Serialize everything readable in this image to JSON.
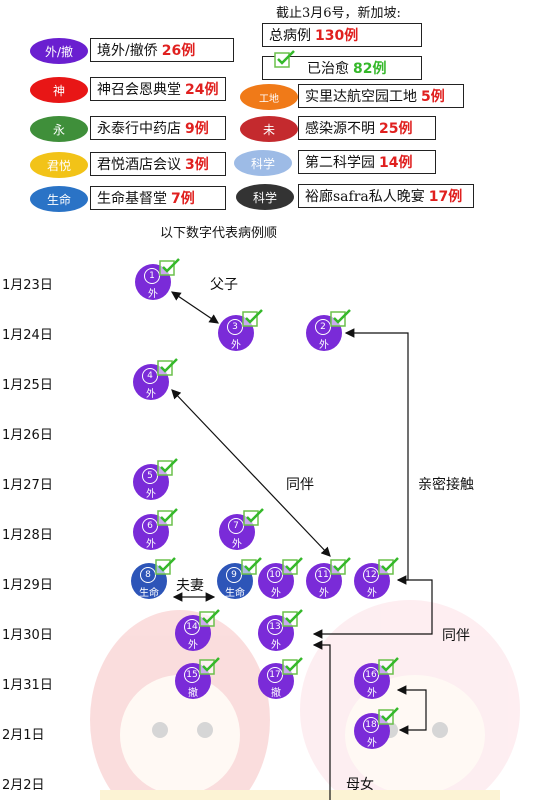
{
  "header": {
    "title": "截止3月6号，新加坡:"
  },
  "summary": {
    "total": {
      "label": "总病例",
      "value": "130例"
    },
    "cured": {
      "label": "已治愈",
      "value": "82例"
    }
  },
  "legend": [
    {
      "oval": "外/撤",
      "text": "境外/撤侨",
      "count": "26例",
      "color": "#6a1fd0"
    },
    {
      "oval": "神",
      "text": "神召会恩典堂",
      "count": "24例",
      "color": "#e81616"
    },
    {
      "oval": "永",
      "text": "永泰行中药店",
      "count": "9例",
      "color": "#3f8f3a"
    },
    {
      "oval": "君悦",
      "text": "君悦酒店会议",
      "count": "3例",
      "color": "#f2c318"
    },
    {
      "oval": "生命",
      "text": "生命基督堂",
      "count": "7例",
      "color": "#2a73c6"
    },
    {
      "oval": "工地",
      "text": "实里达航空园工地",
      "count": "5例",
      "color": "#f07a18"
    },
    {
      "oval": "未",
      "text": "感染源不明",
      "count": "25例",
      "color": "#c42a2e"
    },
    {
      "oval": "科学",
      "text": "第二科学园",
      "count": "14例",
      "color": "#9dbbe6"
    },
    {
      "oval": "科学",
      "text": "裕廊safra私人晚宴",
      "count": "17例",
      "color": "#333333"
    }
  ],
  "subtitle": "以下数字代表病例顺",
  "dates": [
    "1月23日",
    "1月24日",
    "1月25日",
    "1月26日",
    "1月27日",
    "1月28日",
    "1月29日",
    "1月30日",
    "1月31日",
    "2月1日",
    "2月2日"
  ],
  "cases": [
    {
      "n": "1",
      "t": "外",
      "color": "purple"
    },
    {
      "n": "3",
      "t": "外",
      "color": "purple"
    },
    {
      "n": "2",
      "t": "外",
      "color": "purple"
    },
    {
      "n": "4",
      "t": "外",
      "color": "purple"
    },
    {
      "n": "5",
      "t": "外",
      "color": "purple"
    },
    {
      "n": "6",
      "t": "外",
      "color": "purple"
    },
    {
      "n": "7",
      "t": "外",
      "color": "purple"
    },
    {
      "n": "8",
      "t": "生命",
      "color": "blue"
    },
    {
      "n": "9",
      "t": "生命",
      "color": "blue"
    },
    {
      "n": "10",
      "t": "外",
      "color": "purple"
    },
    {
      "n": "11",
      "t": "外",
      "color": "purple"
    },
    {
      "n": "12",
      "t": "外",
      "color": "purple"
    },
    {
      "n": "14",
      "t": "外",
      "color": "purple"
    },
    {
      "n": "13",
      "t": "外",
      "color": "purple"
    },
    {
      "n": "15",
      "t": "撤",
      "color": "purple"
    },
    {
      "n": "17",
      "t": "撤",
      "color": "purple"
    },
    {
      "n": "16",
      "t": "外",
      "color": "purple"
    },
    {
      "n": "18",
      "t": "外",
      "color": "purple"
    }
  ],
  "notes": {
    "father_son": "父子",
    "companion1": "同伴",
    "close_contact": "亲密接触",
    "couple": "夫妻",
    "companion2": "同伴",
    "mother_daughter": "母女"
  }
}
